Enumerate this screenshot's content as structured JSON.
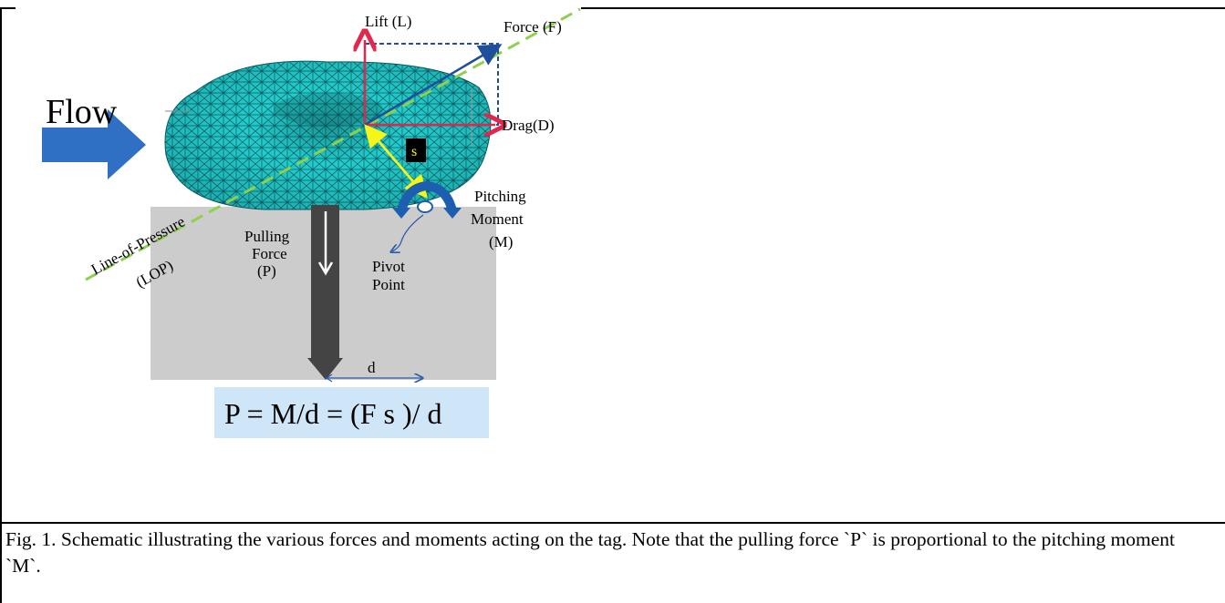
{
  "diagram": {
    "flow_label": "Flow",
    "lift_label": "Lift (L)",
    "force_label": "Force (F)",
    "drag_label": "Drag(D)",
    "s_label": "s",
    "pitching_label_1": "Pitching",
    "pitching_label_2": "Moment",
    "pitching_label_3": "(M)",
    "pulling_label_1": "Pulling",
    "pulling_label_2": "Force",
    "pulling_label_3": "(P)",
    "pivot_label_1": "Pivot",
    "pivot_label_2": "Point",
    "lop_label_1": "Line-of-Pressure",
    "lop_label_2": "(LOP)",
    "d_label": "d",
    "equation": "P = M/d = (F s )/ d"
  },
  "caption": {
    "text": "Fig. 1. Schematic illustrating the various forces and moments acting on the tag. Note that the pulling force `P` is proportional to the pitching moment `M`."
  },
  "colors": {
    "flow_arrow": "#2f6fc4",
    "tag_mesh": "#1fc9c9",
    "ground": "#cccccc",
    "lop": "#8fd14f",
    "lift_drag": "#e0284f",
    "force_box": "#1f4e9a",
    "s_arrow": "#f5f51a",
    "pitching": "#1c5fb0",
    "equation_bg": "#cfe5f8"
  }
}
